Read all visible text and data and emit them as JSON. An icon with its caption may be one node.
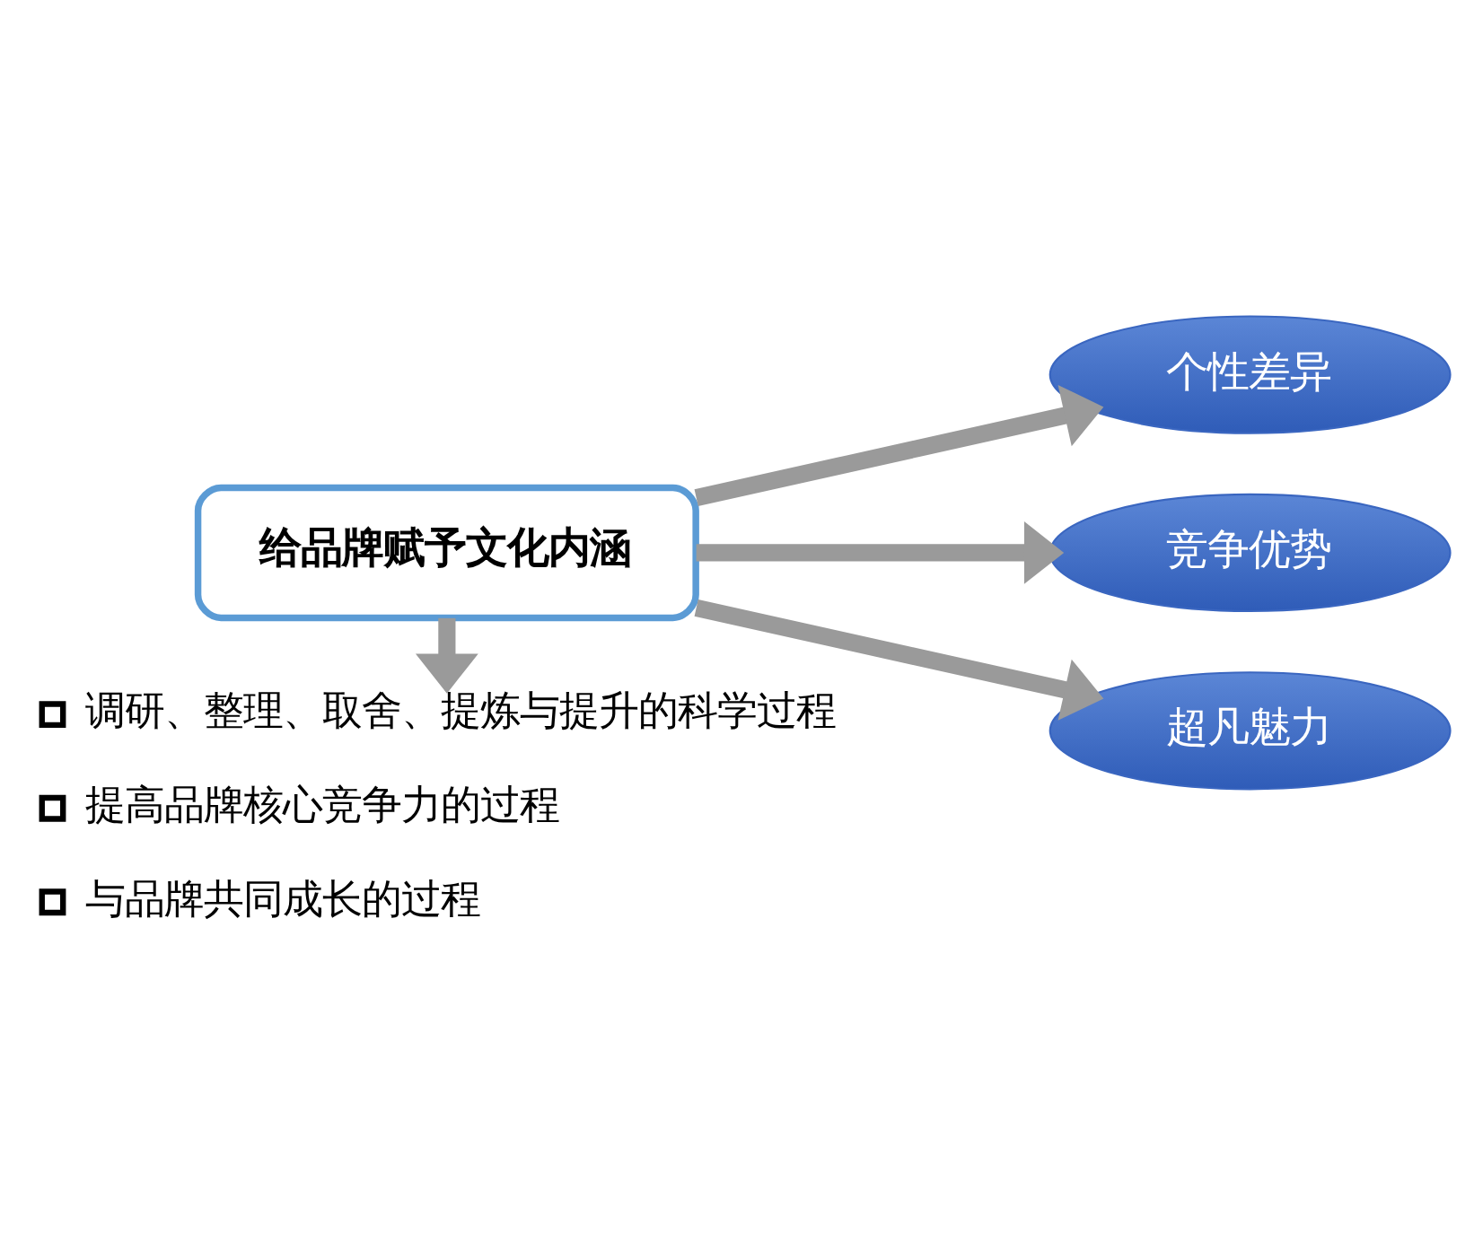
{
  "diagram": {
    "nodes": [
      {
        "text": [
          "给品牌赋予文化内涵"
        ]
      },
      {
        "text": [
          "个性差异"
        ]
      },
      {
        "text": [
          "竞争优势"
        ]
      },
      {
        "text": [
          "超凡魅力"
        ]
      },
      {
        "text": [
          "调研、整理、取舍、提炼与提升的科学过程",
          "提高品牌核心竞争力的过程",
          "与品牌共同成长的过程"
        ]
      }
    ],
    "edges": [
      {
        "from": 0,
        "to": 1,
        "arrow": "to"
      },
      {
        "from": 0,
        "to": 2,
        "arrow": "to"
      },
      {
        "from": 0,
        "to": 3,
        "arrow": "to"
      },
      {
        "from": 0,
        "to": 4,
        "arrow": "to"
      }
    ]
  }
}
